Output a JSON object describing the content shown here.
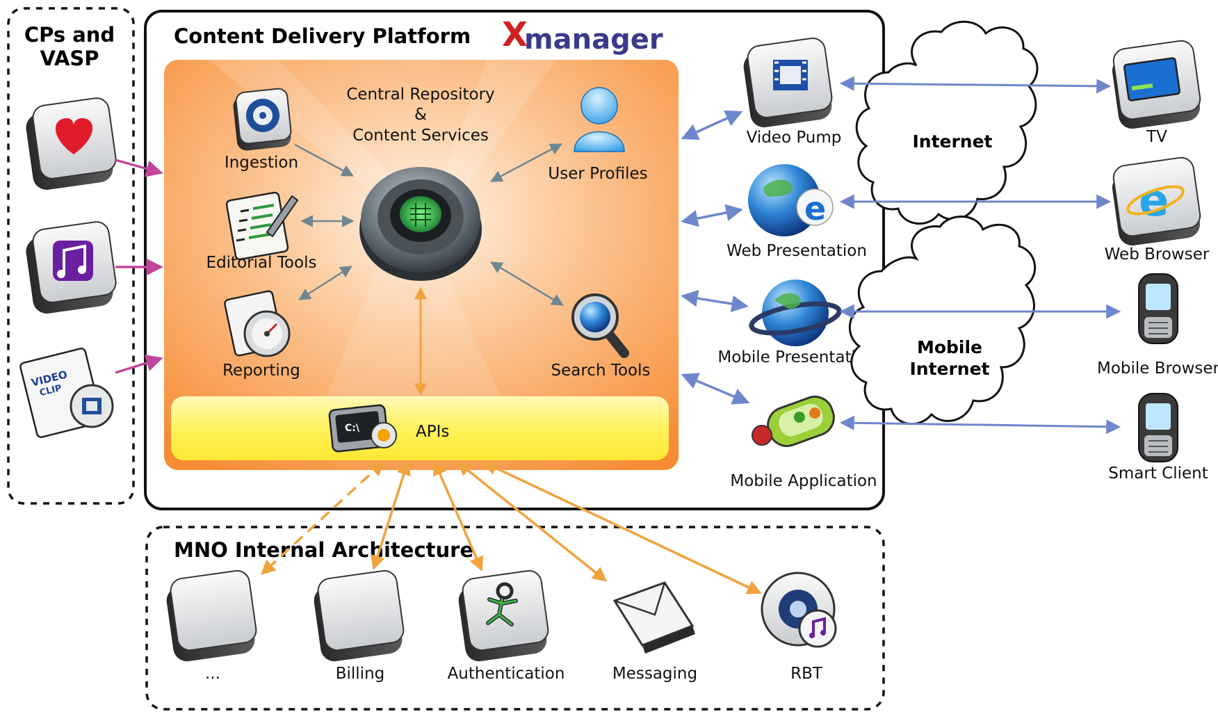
{
  "cps": {
    "title_line1": "CPs and",
    "title_line2": "VASP"
  },
  "platform": {
    "title": "Content Delivery Platform"
  },
  "logo": {
    "mark": "X",
    "word": "manager"
  },
  "core": {
    "line1": "Central Repository",
    "line2": "&",
    "line3": "Content Services",
    "ingestion": "Ingestion",
    "editorial": "Editorial Tools",
    "reporting": "Reporting",
    "user_profiles": "User Profiles",
    "search_tools": "Search Tools",
    "apis": "APIs",
    "cmd_glyph": "C:\\"
  },
  "delivery": {
    "video_pump": "Video Pump",
    "web_presentation": "Web Presentation",
    "mobile_presentation": "Mobile Presentation",
    "mobile_application": "Mobile Application"
  },
  "clouds": {
    "internet": "Internet",
    "mobile_line1": "Mobile",
    "mobile_line2": "Internet"
  },
  "endpoints": {
    "tv": "TV",
    "web_browser": "Web Browser",
    "mobile_browser": "Mobile Browser",
    "smart_client": "Smart Client"
  },
  "mno": {
    "title": "MNO Internal Architecture",
    "ellipsis": "...",
    "billing": "Billing",
    "authentication": "Authentication",
    "messaging": "Messaging",
    "rbt": "RBT"
  },
  "cp_glyphs": {
    "video_line1": "VIDEO",
    "video_line2": "CLIP"
  },
  "colors": {
    "orange_panel": "#F7A055",
    "yellow_bar": "#FFF36A",
    "pink_arrow": "#C1459A",
    "blue_arrow": "#6E86CC",
    "orange_arrow": "#F0A23C",
    "gray_arrow": "#6F8791",
    "logo_red": "#D02020",
    "logo_purple": "#3A3A8C"
  }
}
